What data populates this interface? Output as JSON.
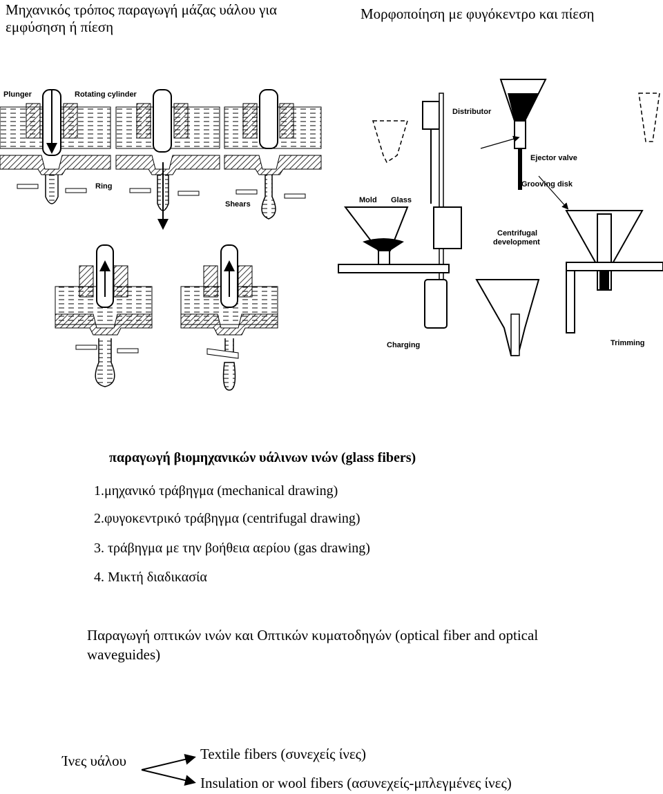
{
  "captions": {
    "left": "Μηχανικός τρόπος παραγωγή μάζας υάλου για εμφύσηση ή πίεση",
    "right": "Μορφοποίηση με φυγόκεντρο και πίεση"
  },
  "figure_labels": {
    "plunger": "Plunger",
    "rotating_cylinder": "Rotating cylinder",
    "ring": "Ring",
    "shears": "Shears",
    "distributor": "Distributor",
    "ejector_valve": "Ejector valve",
    "grooving_disk": "Grooving disk",
    "mold": "Mold",
    "glass": "Glass",
    "centrifugal": "Centrifugal",
    "development": "development",
    "charging": "Charging",
    "trimming": "Trimming"
  },
  "glass_fibers": {
    "heading": "παραγωγή βιομηχανικών υάλινων ινών (glass fibers)",
    "items": [
      "1.μηχανικό τράβηγμα (mechanical drawing)",
      "2.φυγοκεντρικό τράβηγμα (centrifugal drawing)",
      "3. τράβηγμα με την βοήθεια αερίου (gas drawing)",
      "4. Μικτή διαδικασία"
    ]
  },
  "optical": {
    "text": "Παραγωγή οπτικών ινών και Οπτικών κυματοδηγών (optical fiber and optical waveguides)"
  },
  "fiber_types": {
    "root": "Ίνες υάλου",
    "branch_a": "Textile fibers (συνεχείς ίνες)",
    "branch_b": "Insulation or wool fibers (ασυνεχείς-μπλεγμένες ίνες)"
  }
}
